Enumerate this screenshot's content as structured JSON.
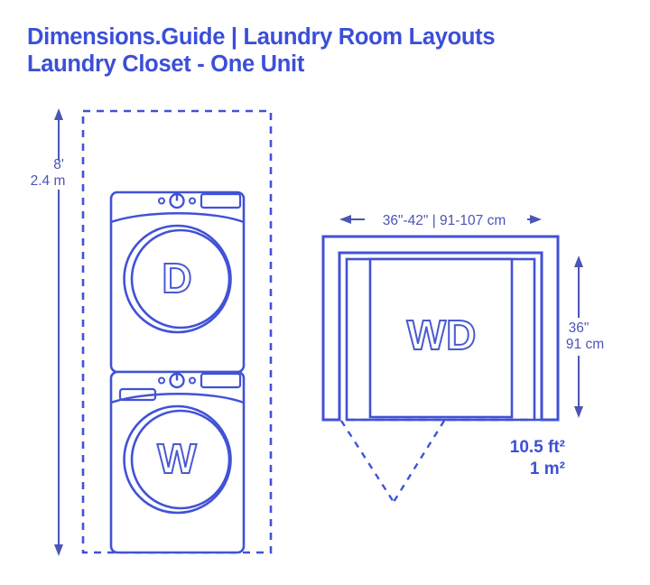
{
  "header": {
    "title_line1": "Dimensions.Guide | Laundry Room Layouts",
    "title_line2": "Laundry Closet - One Unit"
  },
  "colors": {
    "title_blue": "#3B4FD8",
    "line_blue": "#4152D6",
    "dim_text_blue": "#4A55B5",
    "appliance_stroke": "#4A5AD0",
    "background": "#FFFFFF"
  },
  "elevation_view": {
    "height_dimension": {
      "imperial": "8'",
      "metric": "2.4 m"
    },
    "appliances": [
      {
        "label": "D",
        "name": "dryer",
        "position": "top"
      },
      {
        "label": "W",
        "name": "washer",
        "position": "bottom"
      }
    ]
  },
  "plan_view": {
    "width_dimension": {
      "full": "36\"-42\" | 91-107 cm",
      "imperial": "36\"-42\"",
      "separator": "|",
      "metric": "91-107 cm"
    },
    "depth_dimension": {
      "imperial": "36\"",
      "metric": "91 cm"
    },
    "appliance_label": "WD",
    "area": {
      "imperial": "10.5 ft²",
      "metric": "1 m²"
    }
  }
}
